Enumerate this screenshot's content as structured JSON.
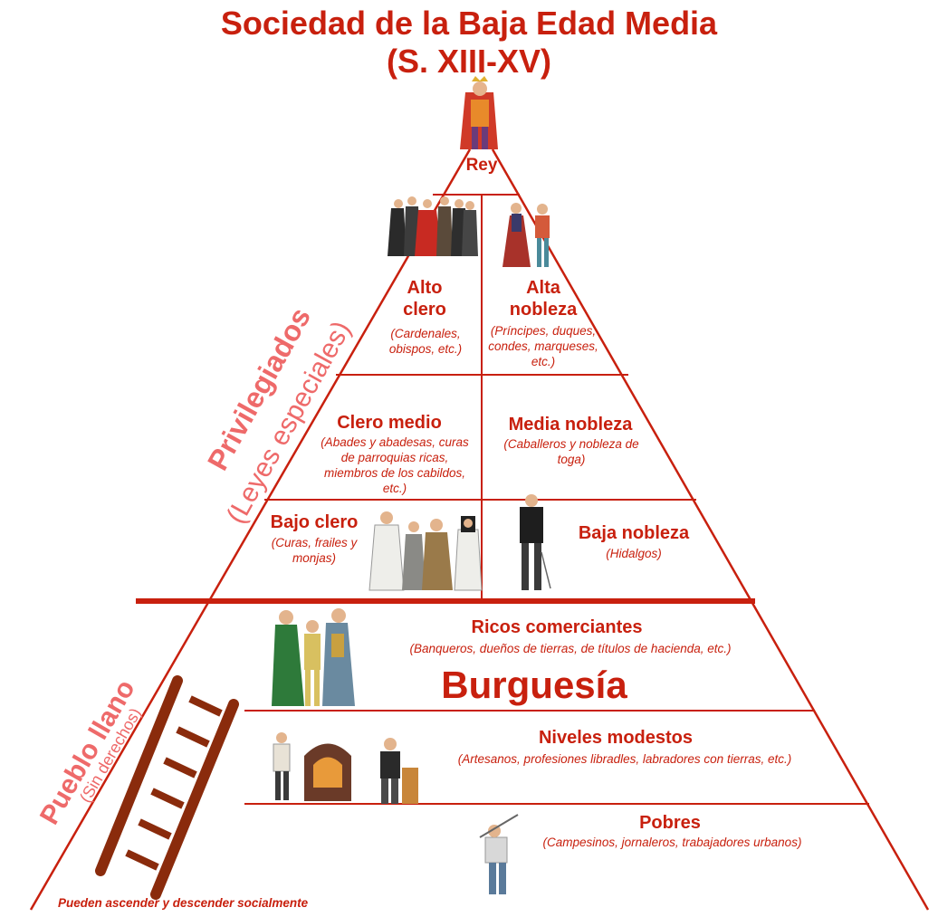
{
  "title": {
    "line1": "Sociedad de la Baja Edad Media",
    "line2": "(S. XIII-XV)"
  },
  "pyramid": {
    "rey": "Rey",
    "alto_clero": {
      "label_line1": "Alto",
      "label_line2": "clero",
      "desc": "(Cardenales, obispos, etc.)"
    },
    "alta_nobleza": {
      "label_line1": "Alta",
      "label_line2": "nobleza",
      "desc": "(Príncipes, duques, condes, marqueses, etc.)"
    },
    "clero_medio": {
      "label": "Clero medio",
      "desc": "(Abades y abadesas, curas de parroquias ricas, miembros de los cabildos, etc.)"
    },
    "media_nobleza": {
      "label": "Media nobleza",
      "desc": "(Caballeros y nobleza de toga)"
    },
    "bajo_clero": {
      "label": "Bajo clero",
      "desc": "(Curas, frailes y monjas)"
    },
    "baja_nobleza": {
      "label": "Baja nobleza",
      "desc": "(Hidalgos)"
    },
    "ricos_comerciantes": {
      "label": "Ricos comerciantes",
      "desc": "(Banqueros, dueños de tierras, de títulos de hacienda, etc.)"
    },
    "burguesia": "Burguesía",
    "niveles_modestos": {
      "label": "Niveles modestos",
      "desc": "(Artesanos, profesiones libradles, labradores con tierras, etc.)"
    },
    "pobres": {
      "label": "Pobres",
      "desc": "(Campesinos, jornaleros, trabajadores urbanos)"
    }
  },
  "side_labels": {
    "privilegiados": "Privilegiados",
    "leyes": "(Leyes especiales)",
    "pueblo": "Pueblo llano",
    "sin_derechos": "(Sin derechos)"
  },
  "footer": "Pueden ascender y descender socialmente",
  "colors": {
    "accent": "#c8200e",
    "side_text": "#ee6a6a",
    "ladder": "#8a2b0c"
  }
}
